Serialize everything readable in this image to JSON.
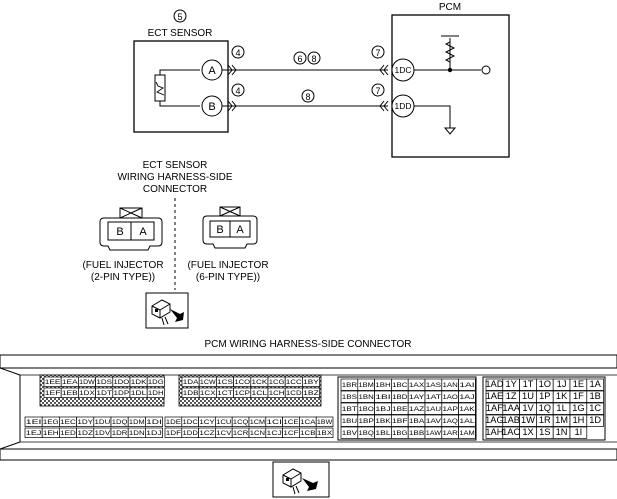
{
  "ect": {
    "callout": "5",
    "label": "ECT SENSOR",
    "term_a": "A",
    "term_b": "B",
    "callout_a": "4",
    "callout_b": "4"
  },
  "wires": {
    "upper_callout_1": "6",
    "upper_callout_2": "8",
    "lower_callout": "8"
  },
  "pcm": {
    "label": "PCM",
    "callout_1dc": "7",
    "callout_1dd": "7",
    "term_1dc": "1DC",
    "term_1dd": "1DD"
  },
  "harness": {
    "title_1": "ECT SENSOR",
    "title_2": "WIRING HARNESS-SIDE",
    "title_3": "CONNECTOR",
    "left_b": "B",
    "left_a": "A",
    "right_b": "B",
    "right_a": "A",
    "left_caption_1": "(FUEL INJECTOR",
    "left_caption_2": "(2-PIN TYPE))",
    "right_caption_1": "(FUEL INJECTOR",
    "right_caption_2": "(6-PIN TYPE))"
  },
  "pcm_connector": {
    "title": "PCM WIRING HARNESS-SIDE CONNECTOR",
    "block1_row1": [
      "1EE",
      "1EA",
      "1DW",
      "1DS",
      "1DO",
      "1DK",
      "1DG"
    ],
    "block1_row2": [
      "1EF",
      "1EB",
      "1DX",
      "1DT",
      "1DP",
      "1DL",
      "1DH"
    ],
    "block1_row3": [
      "1EI",
      "1EG",
      "1EC",
      "1DY",
      "1DU",
      "1DQ",
      "1DM",
      "1DI"
    ],
    "block1_row4": [
      "1EJ",
      "1EH",
      "1ED",
      "1DZ",
      "1DV",
      "1DR",
      "1DN",
      "1DJ"
    ],
    "block2_row1": [
      "1DA",
      "1CW",
      "1CS",
      "1CO",
      "1CK",
      "1CG",
      "1CC",
      "1BY"
    ],
    "block2_row2": [
      "1DB",
      "1CX",
      "1CT",
      "1CP",
      "1CL",
      "1CH",
      "1CD",
      "1BZ"
    ],
    "block2_row3": [
      "1DE",
      "1DC",
      "1CY",
      "1CU",
      "1CQ",
      "1CM",
      "1CI",
      "1CE",
      "1CA",
      "1BW"
    ],
    "block2_row4": [
      "1DF",
      "1DD",
      "1CZ",
      "1CV",
      "1CR",
      "1CN",
      "1CJ",
      "1CF",
      "1CB",
      "1BX"
    ],
    "block3_row1": [
      "1BR",
      "1BM",
      "1BH",
      "1BC",
      "1AX",
      "1AS",
      "1AN",
      "1AI"
    ],
    "block3_row2": [
      "1BS",
      "1BN",
      "1BI",
      "1BD",
      "1AY",
      "1AT",
      "1AO",
      "1AJ"
    ],
    "block3_row3": [
      "1BT",
      "1BO",
      "1BJ",
      "1BE",
      "1AZ",
      "1AU",
      "1AP",
      "1AK"
    ],
    "block3_row4": [
      "1BU",
      "1BP",
      "1BK",
      "1BF",
      "1BA",
      "1AV",
      "1AQ",
      "1AL"
    ],
    "block3_row5": [
      "1BV",
      "1BQ",
      "1BL",
      "1BG",
      "1BB",
      "1AW",
      "1AR",
      "1AM"
    ],
    "block4_row1": [
      "1AD",
      "1Y",
      "1T",
      "1O",
      "1J",
      "1E",
      "1A"
    ],
    "block4_row2": [
      "1AE",
      "1Z",
      "1U",
      "1P",
      "1K",
      "1F",
      "1B"
    ],
    "block4_row3": [
      "1AF",
      "1AA",
      "1V",
      "1Q",
      "1L",
      "1G",
      "1C"
    ],
    "block4_row4": [
      "1AG",
      "1AB",
      "1W",
      "1R",
      "1M",
      "1H",
      "1D"
    ],
    "block4_row5": [
      "1AH",
      "1AC",
      "1X",
      "1S",
      "1N",
      "1I"
    ]
  }
}
